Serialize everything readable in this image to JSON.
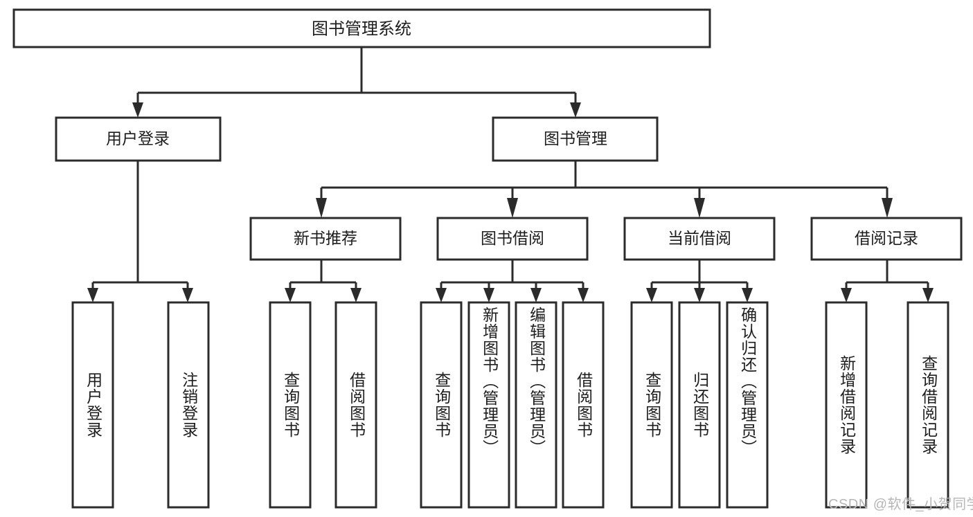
{
  "diagram": {
    "title": "图书管理系统",
    "type": "tree",
    "colors": {
      "box_stroke": "#2b2b2b",
      "box_fill": "#ffffff",
      "text": "#1d1d1d",
      "background": "#ffffff",
      "watermark": "#b6b6b6"
    },
    "root": {
      "label": "图书管理系统"
    },
    "level2": [
      {
        "label": "用户登录"
      },
      {
        "label": "图书管理"
      }
    ],
    "level3": [
      {
        "label": "新书推荐"
      },
      {
        "label": "图书借阅"
      },
      {
        "label": "当前借阅"
      },
      {
        "label": "借阅记录"
      }
    ],
    "leaves": {
      "user_login_children": [
        {
          "label": "用户登录"
        },
        {
          "label": "注销登录"
        }
      ],
      "new_book_children": [
        {
          "label": "查询图书"
        },
        {
          "label": "借阅图书"
        }
      ],
      "book_borrow_children": [
        {
          "label": "查询图书"
        },
        {
          "label": "新增图书（管理员）"
        },
        {
          "label": "编辑图书（管理员）"
        },
        {
          "label": "借阅图书"
        }
      ],
      "current_borrow_children": [
        {
          "label": "查询图书"
        },
        {
          "label": "归还图书"
        },
        {
          "label": "确认归还（管理员）"
        }
      ],
      "borrow_record_children": [
        {
          "label": "新增借阅记录"
        },
        {
          "label": "查询借阅记录"
        }
      ]
    },
    "watermark": {
      "text": "CSDN @软件_小贺同学"
    }
  }
}
